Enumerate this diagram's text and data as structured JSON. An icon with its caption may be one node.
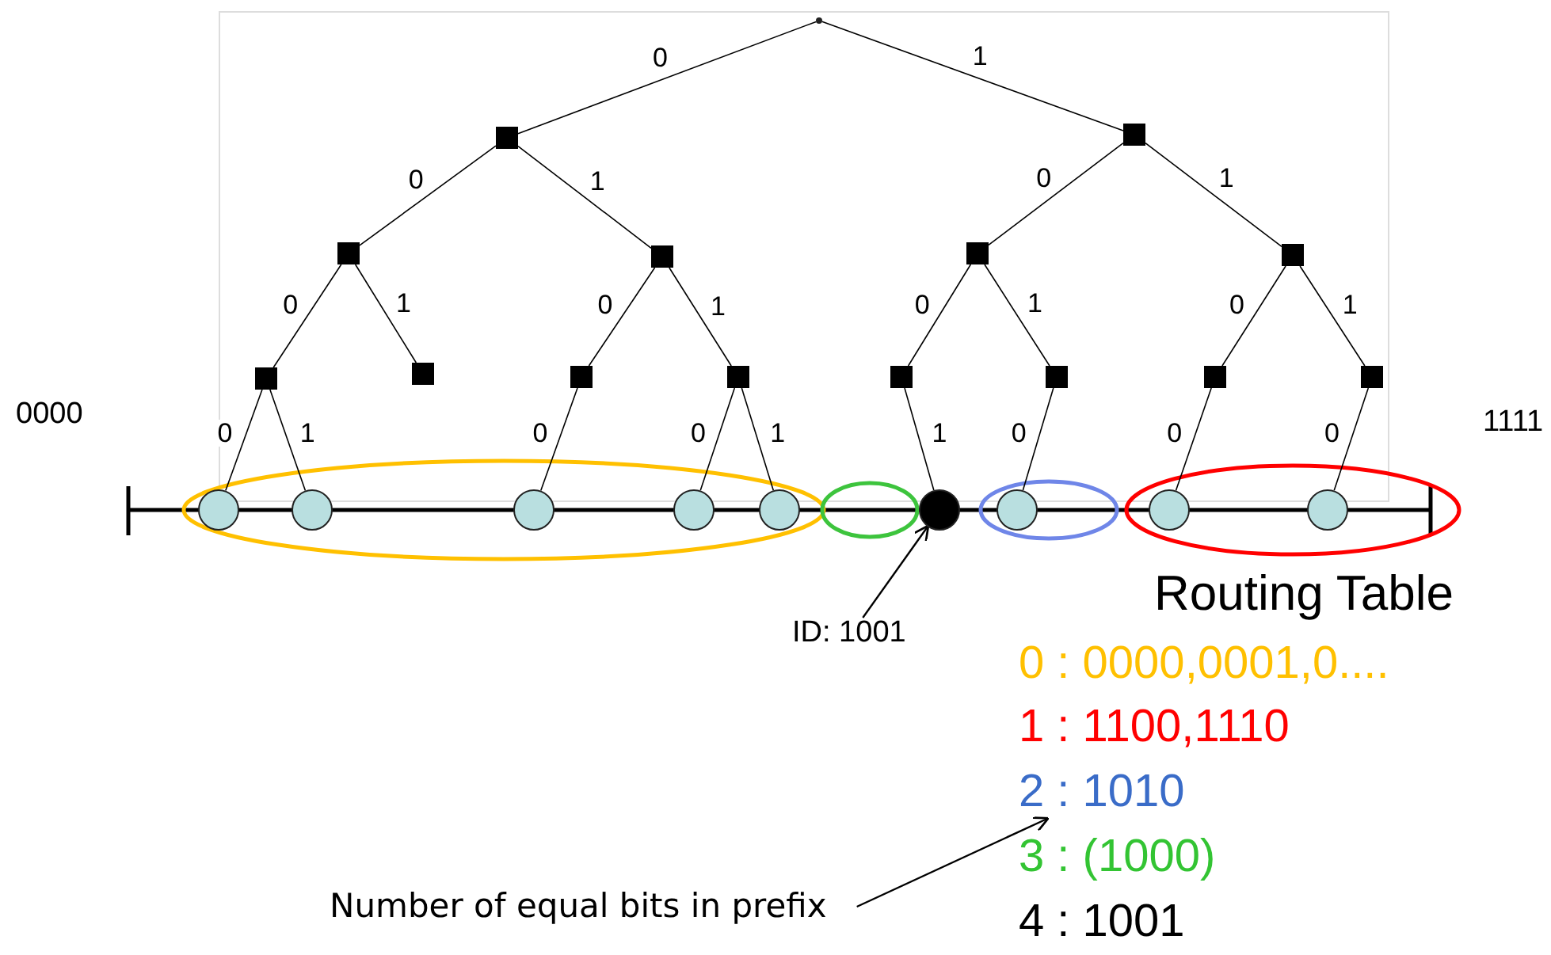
{
  "diagram": {
    "nodes": [
      {
        "text": [],
        "shape": "point"
      },
      {
        "text": [],
        "shape": "box"
      },
      {
        "text": [],
        "shape": "box"
      },
      {
        "text": [],
        "shape": "box"
      },
      {
        "text": [],
        "shape": "box"
      },
      {
        "text": [],
        "shape": "box"
      },
      {
        "text": [],
        "shape": "box"
      },
      {
        "text": [],
        "shape": "box"
      },
      {
        "text": [],
        "shape": "box"
      },
      {
        "text": [],
        "shape": "box"
      },
      {
        "text": [],
        "shape": "box"
      },
      {
        "text": [],
        "shape": "box"
      },
      {
        "text": [],
        "shape": "box"
      },
      {
        "text": [],
        "shape": "box"
      },
      {
        "text": [],
        "shape": "box"
      },
      {
        "text": [],
        "shape": "circle"
      },
      {
        "text": [],
        "shape": "circle"
      },
      {
        "text": [],
        "shape": "circle"
      },
      {
        "text": [],
        "shape": "circle"
      },
      {
        "text": [],
        "shape": "circle"
      },
      {
        "text": [],
        "shape": "circle"
      },
      {
        "text": [],
        "shape": "circle"
      },
      {
        "text": [],
        "shape": "circle"
      },
      {
        "text": [],
        "shape": "circle"
      },
      {
        "text": [
          "ID: 1001"
        ]
      },
      {
        "text": [
          "Number of equal bits in prefix"
        ]
      },
      {
        "text": [
          "2 : 1010"
        ]
      }
    ],
    "edges": [
      {
        "from": 0,
        "to": 1,
        "arrow": "none",
        "label": "0"
      },
      {
        "from": 0,
        "to": 2,
        "arrow": "none",
        "label": "1"
      },
      {
        "from": 1,
        "to": 3,
        "arrow": "none",
        "label": "0"
      },
      {
        "from": 1,
        "to": 4,
        "arrow": "none",
        "label": "1"
      },
      {
        "from": 2,
        "to": 5,
        "arrow": "none",
        "label": "0"
      },
      {
        "from": 2,
        "to": 6,
        "arrow": "none",
        "label": "1"
      },
      {
        "from": 3,
        "to": 7,
        "arrow": "none",
        "label": "0"
      },
      {
        "from": 3,
        "to": 8,
        "arrow": "none",
        "label": "1"
      },
      {
        "from": 4,
        "to": 9,
        "arrow": "none",
        "label": "0"
      },
      {
        "from": 4,
        "to": 10,
        "arrow": "none",
        "label": "1"
      },
      {
        "from": 5,
        "to": 11,
        "arrow": "none",
        "label": "0"
      },
      {
        "from": 5,
        "to": 12,
        "arrow": "none",
        "label": "1"
      },
      {
        "from": 6,
        "to": 13,
        "arrow": "none",
        "label": "0"
      },
      {
        "from": 6,
        "to": 14,
        "arrow": "none",
        "label": "1"
      },
      {
        "from": 7,
        "to": 15,
        "arrow": "none",
        "label": "0"
      },
      {
        "from": 7,
        "to": 16,
        "arrow": "none",
        "label": "1"
      },
      {
        "from": 9,
        "to": 17,
        "arrow": "none",
        "label": "0"
      },
      {
        "from": 10,
        "to": 18,
        "arrow": "none",
        "label": "0"
      },
      {
        "from": 10,
        "to": 19,
        "arrow": "none",
        "label": "1"
      },
      {
        "from": 11,
        "to": 20,
        "arrow": "none",
        "label": "1"
      },
      {
        "from": 12,
        "to": 21,
        "arrow": "none",
        "label": "0"
      },
      {
        "from": 13,
        "to": 22,
        "arrow": "none",
        "label": "0"
      },
      {
        "from": 14,
        "to": 23,
        "arrow": "none",
        "label": "0"
      },
      {
        "from": 24,
        "to": 20,
        "arrow": "to"
      },
      {
        "from": 25,
        "to": 26,
        "arrow": "to"
      }
    ],
    "labels": [
      "0000",
      "1111",
      "Routing Table",
      "0 : 0000,0001,0....",
      "1 : 1100,1110",
      "3 : (1000)",
      "4 : 1001"
    ]
  }
}
